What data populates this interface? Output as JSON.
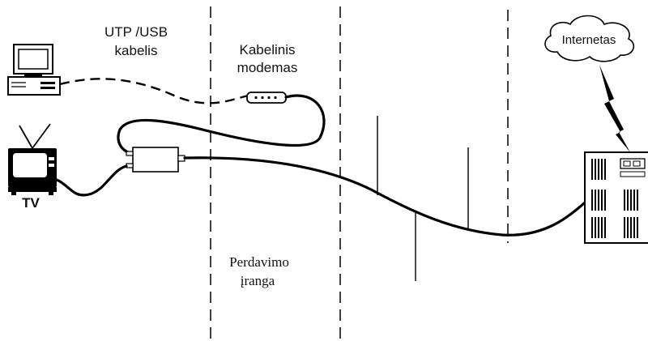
{
  "labels": {
    "utp_line1": "UTP /USB",
    "utp_line2": "kabelis",
    "modem_line1": "Kabelinis",
    "modem_line2": "modemas",
    "internet": "Internetas",
    "tv": "TV",
    "equipment_line1": "Perdavimo",
    "equipment_line2": "įranga"
  },
  "icons": [
    "computer-icon",
    "tv-icon",
    "splitter-icon",
    "cable-modem-icon",
    "cloud-icon",
    "lightning-icon",
    "headend-server-icon"
  ],
  "colors": {
    "line": "#000000",
    "background": "#ffffff"
  }
}
